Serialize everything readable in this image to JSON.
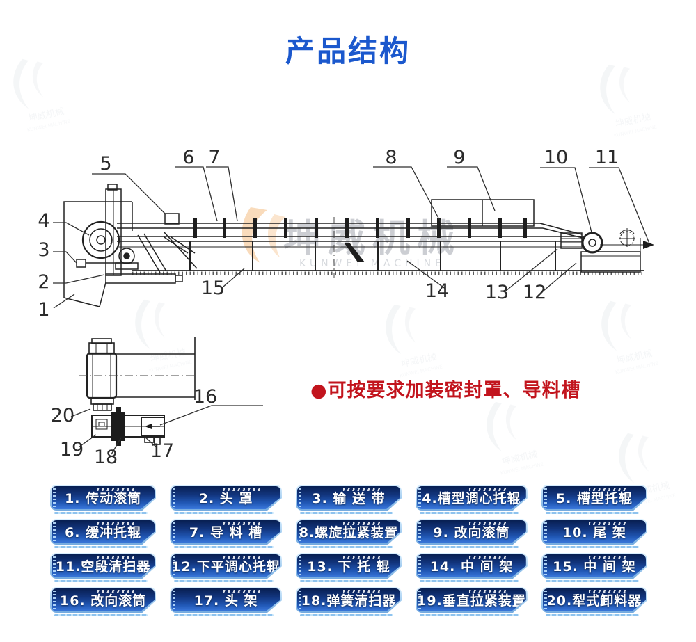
{
  "title": "产品结构",
  "note": "●可按要求加装密封罩、导料槽",
  "watermark": {
    "brand": "坤威机械",
    "sub": "KUNWEI MACHINE"
  },
  "colors": {
    "title_blue": "#1b58cd",
    "note_red": "#c2141d",
    "button_dark": "#081f52",
    "button_light": "#3b79dd",
    "button_outline": "#9cc8ee",
    "line_color": "#222222",
    "watermark_gray": "#949aa4",
    "watermark_orange": "#ef9a43"
  },
  "main_callouts": [
    "1",
    "2",
    "3",
    "4",
    "5",
    "6",
    "7",
    "8",
    "9",
    "10",
    "11",
    "12",
    "13",
    "14",
    "15"
  ],
  "detail_callouts": [
    "16",
    "17",
    "18",
    "19",
    "20"
  ],
  "parts": [
    "1. 传动滚筒",
    "2. 头 罩",
    "3. 输 送 带",
    "4.槽型调心托辊",
    "5. 槽型托辊",
    "6. 缓冲托辊",
    "7. 导 料 槽",
    "8.螺旋拉紧装置",
    "9. 改向滚筒",
    "10. 尾 架",
    "11.空段清扫器",
    "12.下平调心托辊",
    "13. 下 托 辊",
    "14. 中 间 架",
    "15. 中 间 架",
    "16. 改向滚筒",
    "17. 头 架",
    "18.弹簧清扫器",
    "19.垂直拉紧装置",
    "20.犁式卸料器"
  ]
}
